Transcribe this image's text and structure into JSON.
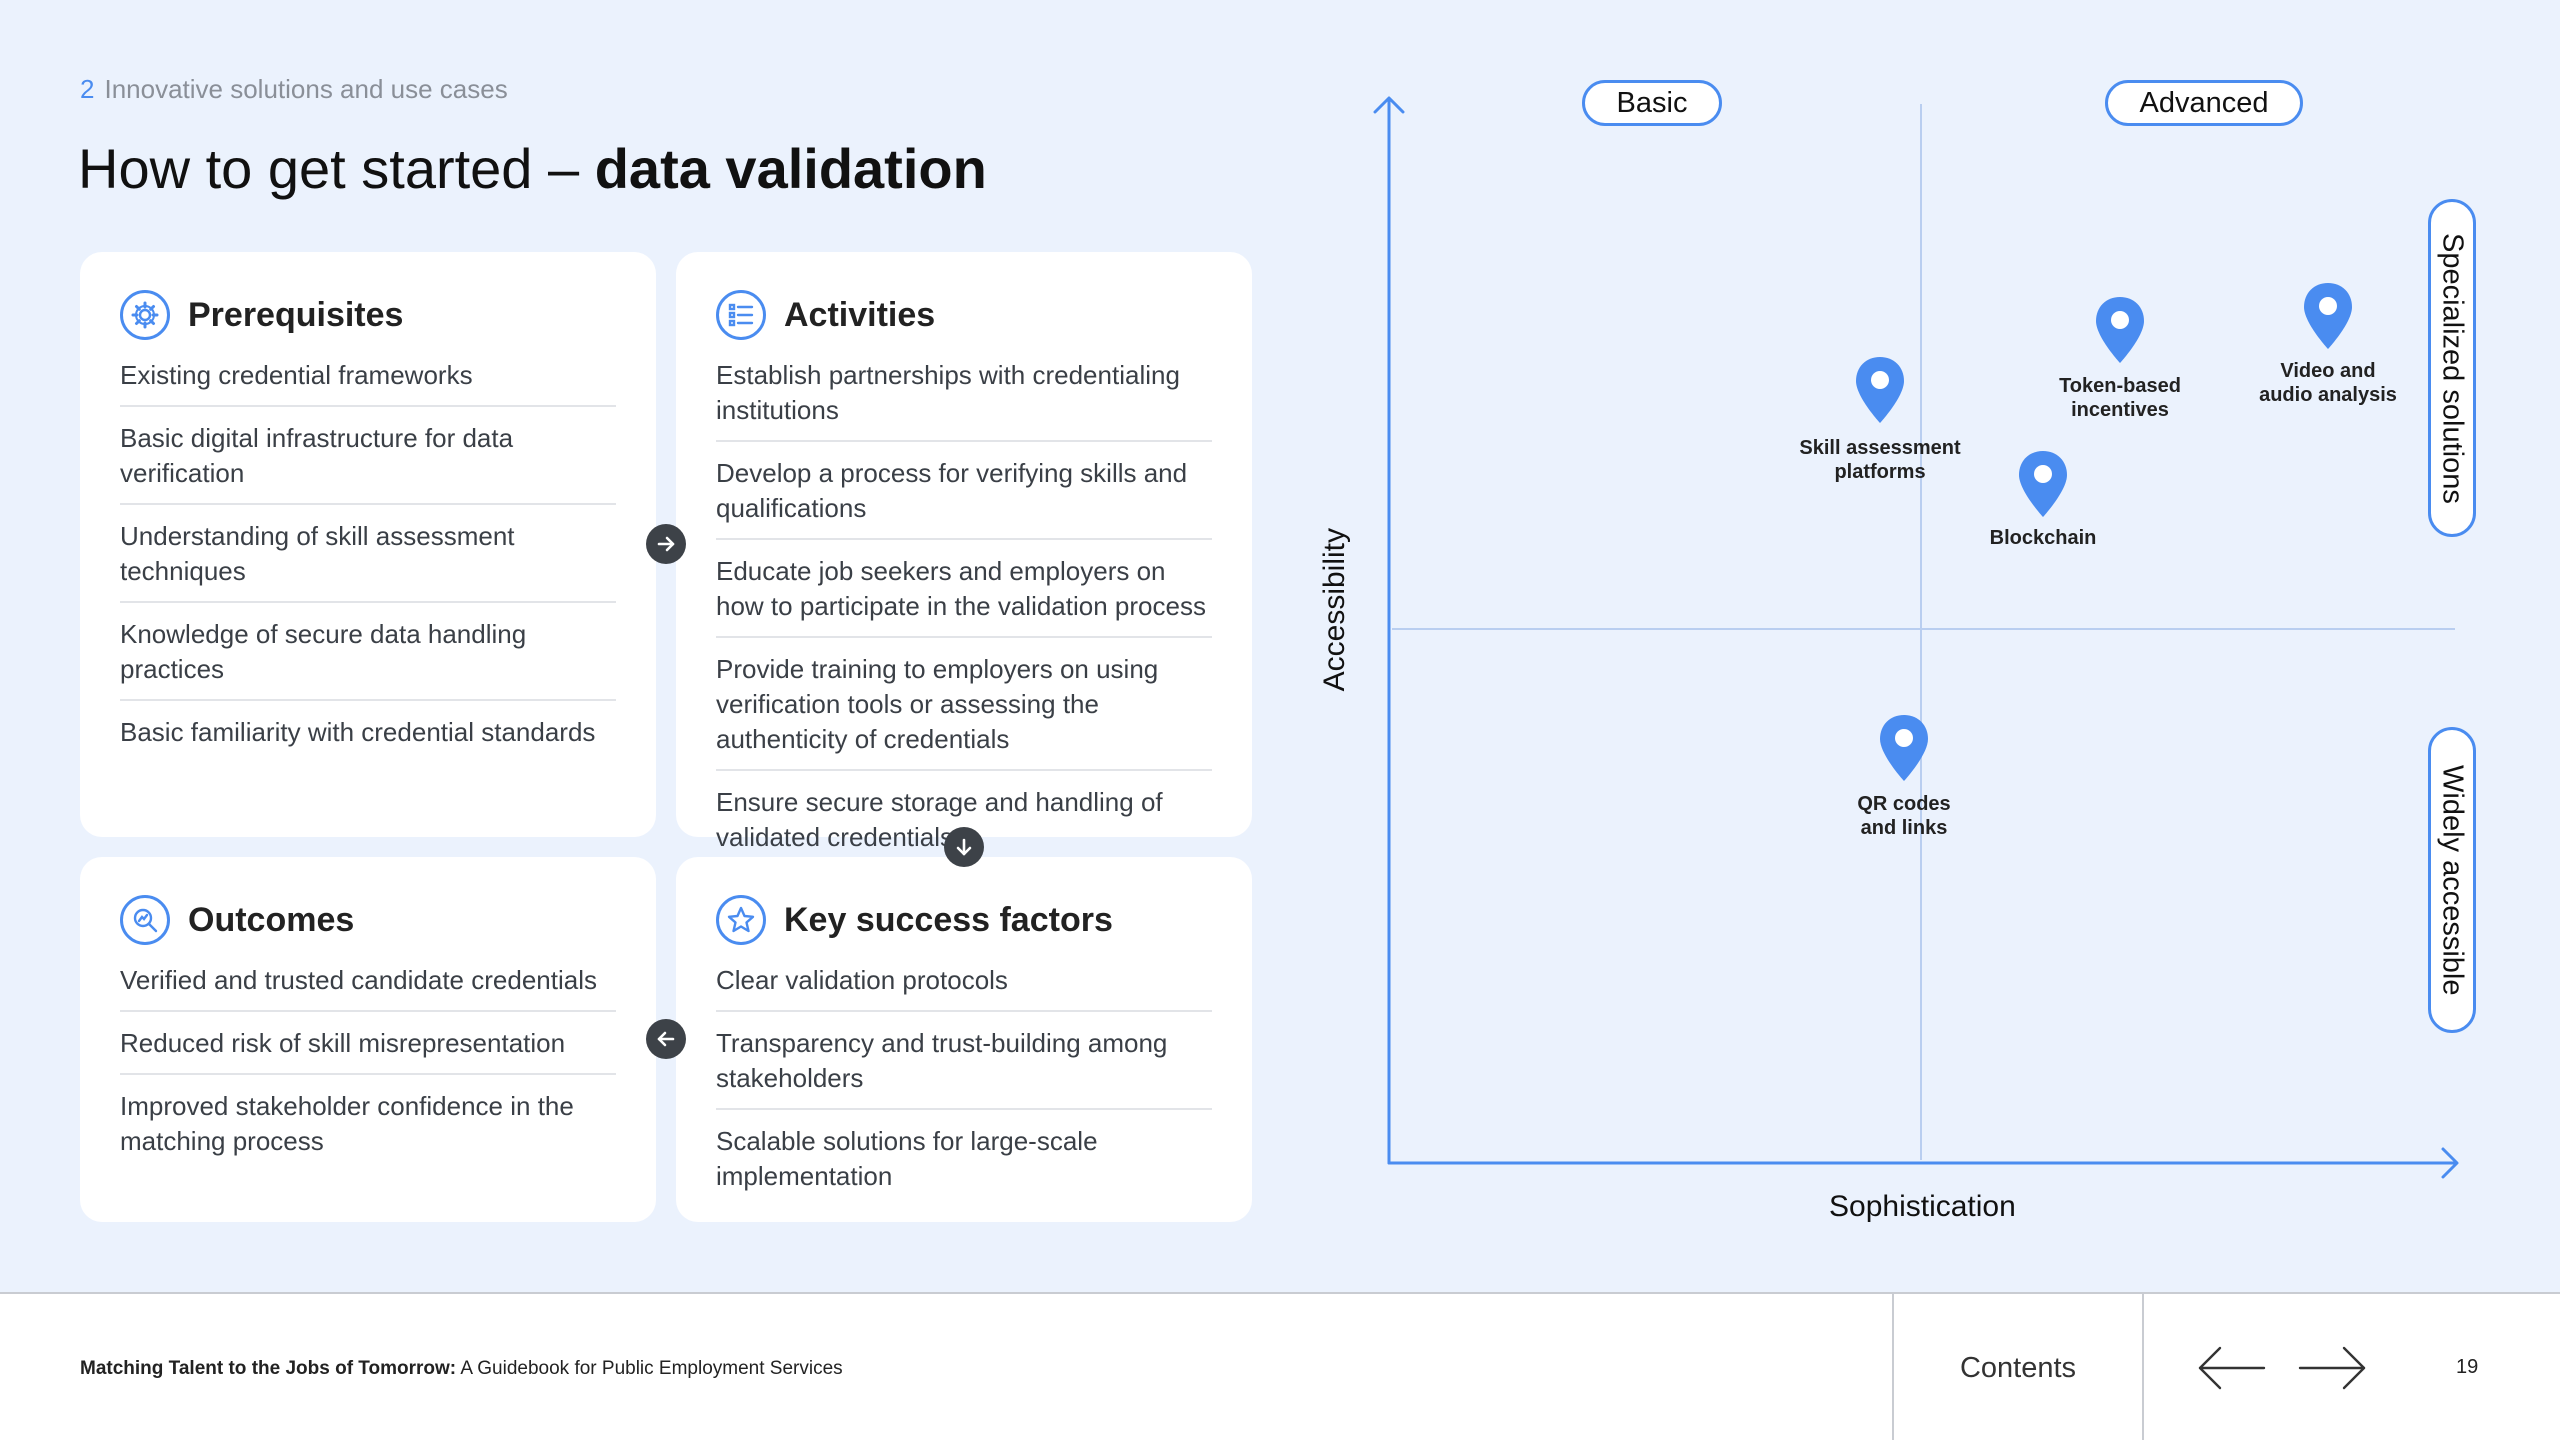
{
  "header": {
    "section_number": "2",
    "section_title": "Innovative solutions and use cases",
    "title_light": "How to get started – ",
    "title_bold": "data validation"
  },
  "cards": {
    "prerequisites": {
      "title": "Prerequisites",
      "icon": "gear-icon",
      "items": [
        "Existing credential frameworks",
        "Basic digital infrastructure for data verification",
        "Understanding of skill assessment techniques",
        "Knowledge of secure data handling practices",
        "Basic familiarity with credential standards"
      ]
    },
    "activities": {
      "title": "Activities",
      "icon": "checklist-icon",
      "items": [
        "Establish partnerships with credentialing institutions",
        "Develop a process for verifying skills and qualifications",
        "Educate job seekers and employers on how to participate in the validation process",
        "Provide training to employers on using verification tools or assessing the authenticity of credentials",
        "Ensure secure storage and handling of validated credentials"
      ]
    },
    "outcomes": {
      "title": "Outcomes",
      "icon": "chart-magnifier-icon",
      "items": [
        "Verified and trusted candidate credentials",
        "Reduced risk of skill misrepresentation",
        "Improved stakeholder confidence in the matching process"
      ]
    },
    "success": {
      "title": "Key success factors",
      "icon": "star-icon",
      "items": [
        "Clear validation protocols",
        "Transparency and trust-building among stakeholders",
        "Scalable solutions for large-scale implementation"
      ]
    }
  },
  "matrix": {
    "x_axis_label": "Sophistication",
    "y_axis_label": "Accessibility",
    "top_labels": [
      "Basic",
      "Advanced"
    ],
    "right_labels": [
      "Specialized solutions",
      "Widely accessible"
    ],
    "pins": [
      {
        "label_line1": "Skill assessment",
        "label_line2": "platforms"
      },
      {
        "label_line1": "Token-based",
        "label_line2": "incentives"
      },
      {
        "label_line1": "Video and",
        "label_line2": "audio analysis"
      },
      {
        "label_line1": "Blockchain",
        "label_line2": ""
      },
      {
        "label_line1": "QR codes",
        "label_line2": "and links"
      }
    ],
    "accent_color": "#4a8cf0"
  },
  "footer": {
    "publication_bold": "Matching Talent to the Jobs of Tomorrow:",
    "publication_rest": " A Guidebook for Public Employment Services",
    "contents_label": "Contents",
    "page_number": "19"
  }
}
